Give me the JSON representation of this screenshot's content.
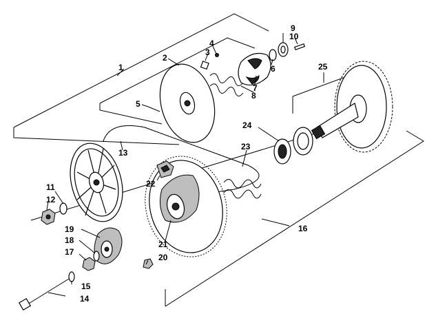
{
  "diagram": {
    "callouts": [
      "1",
      "2",
      "3",
      "4",
      "5",
      "6",
      "7",
      "8",
      "9",
      "10",
      "11",
      "12",
      "13",
      "14",
      "15",
      "16",
      "17",
      "18",
      "19",
      "20",
      "21",
      "22",
      "23",
      "24",
      "25"
    ]
  },
  "colors": {
    "ink": "#000000",
    "paper": "#ffffff",
    "shade": "#222222",
    "mid": "#bdbdbd"
  }
}
